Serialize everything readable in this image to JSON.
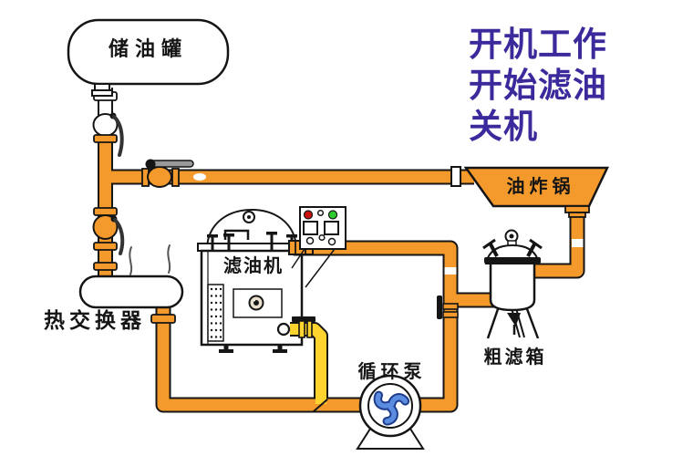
{
  "diagram": {
    "status_lines": [
      "开机工作",
      "开始滤油",
      "关机"
    ],
    "labels": {
      "storage_tank": "储油罐",
      "fryer": "油炸锅",
      "filter_machine": "滤油机",
      "heat_exchanger": "热交换器",
      "circulation_pump": "循环泵",
      "coarse_filter": "粗滤箱"
    }
  },
  "colors": {
    "pipe_orange": "#F49A2C",
    "pipe_yellow": "#FFD42E",
    "outline_black": "#151515",
    "status_purple": "#3B2A9C",
    "pump_blue": "#5B8CE0",
    "pump_blue_dark": "#1D3C8C",
    "indicator_red": "#CC1111",
    "indicator_green": "#2ECC2E",
    "handle_gray": "#999999"
  }
}
